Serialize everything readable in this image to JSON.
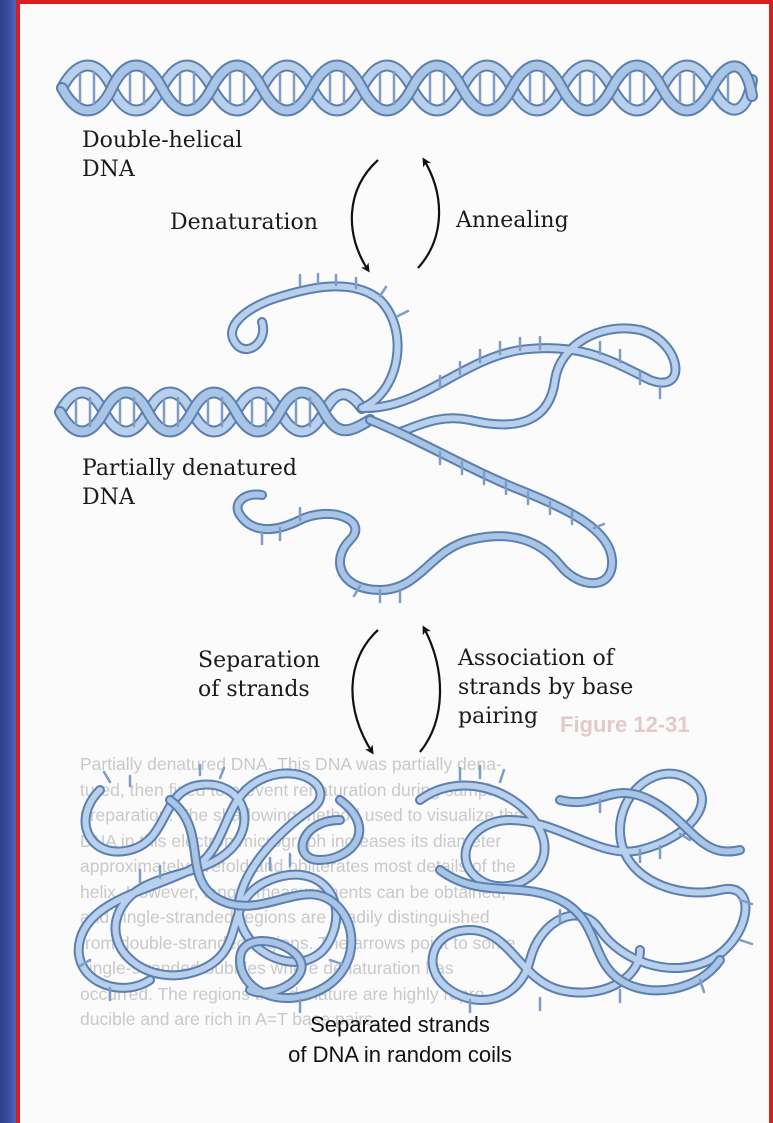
{
  "labels": {
    "double_helical": "Double-helical\nDNA",
    "denaturation": "Denaturation",
    "annealing": "Annealing",
    "partially_denatured": "Partially denatured\nDNA",
    "separation": "Separation\nof strands",
    "association": "Association of\nstrands by base\npairing",
    "random_coils": "Separated strands\nof DNA in random coils"
  },
  "bleed_through": {
    "title": "Figure 12-31",
    "text": "Partially denatured DNA. This DNA was partially dena-\ntured, then fixed to prevent renaturation during sample\npreparation. The shadowing method used to visualize the\nDNA in this electron micrograph increases its diameter\napproximately fivefold and obliterates most details of the\nhelix. However, length measurements can be obtained,\nand single-stranded regions are readily distinguished\nfrom double-stranded regions. The arrows point to some\nsingle-stranded bubbles where denaturation has\noccurred. The regions that denature are highly repro-\nducible and are rich in A=T base pairs."
  },
  "colors": {
    "strand": "#a9c5e6",
    "strand_edge": "#5b7fb0",
    "arrow": "#111111",
    "frame_blue": "#3b4fa6",
    "frame_red": "#d62020"
  }
}
